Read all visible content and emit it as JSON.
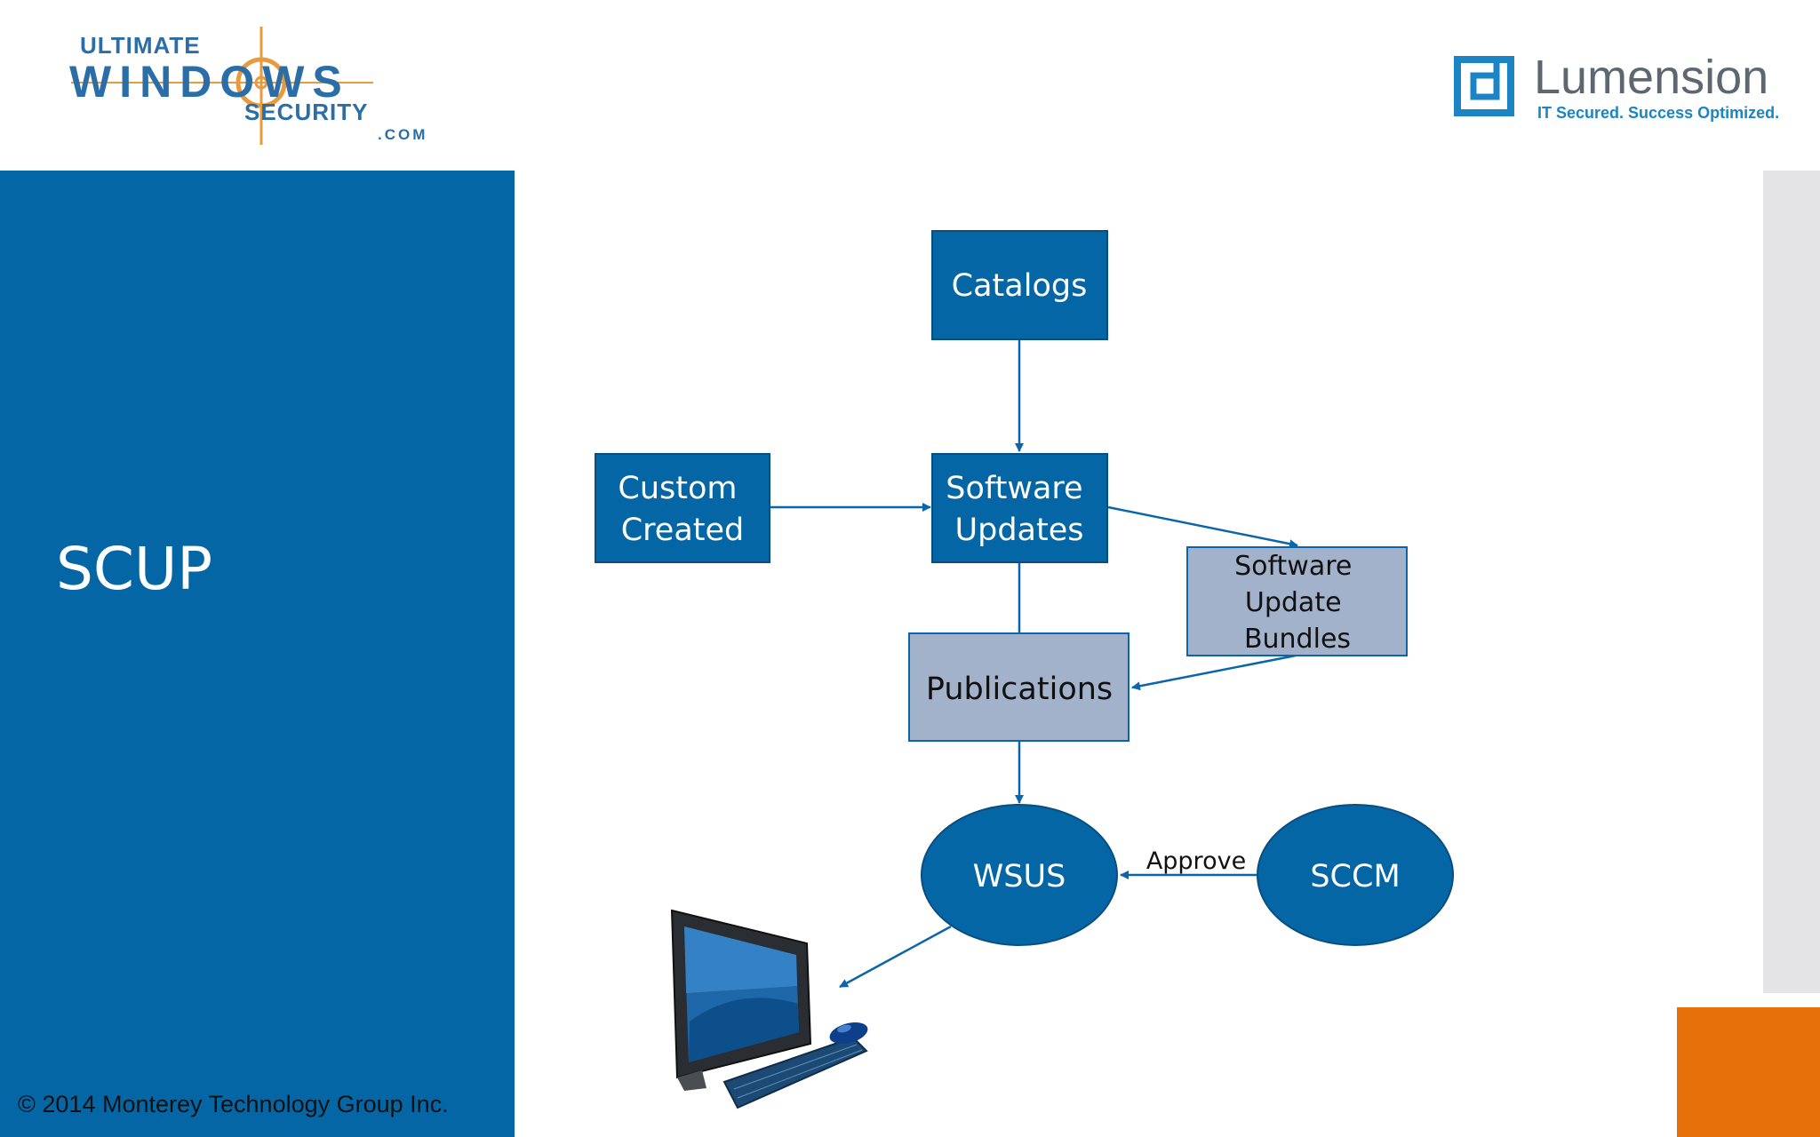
{
  "logos": {
    "ultimate_windows_security": {
      "line1": "ULTIMATE",
      "line2": "WINDOWS",
      "line3": "SECURITY",
      "line4": ".COM"
    },
    "lumension": {
      "name": "Lumension",
      "tagline": "IT Secured. Success Optimized."
    }
  },
  "slide": {
    "title": "SCUP",
    "copyright": "© 2014 Monterey Technology Group Inc."
  },
  "diagram": {
    "nodes": {
      "catalogs": {
        "lines": [
          "Catalogs"
        ]
      },
      "custom_created": {
        "lines": [
          "Custom",
          "Created"
        ]
      },
      "software_updates": {
        "lines": [
          "Software",
          "Updates"
        ]
      },
      "software_update_bundles": {
        "lines": [
          "Software",
          "Update",
          "Bundles"
        ]
      },
      "publications": {
        "lines": [
          "Publications"
        ]
      },
      "wsus": {
        "lines": [
          "WSUS"
        ]
      },
      "sccm": {
        "lines": [
          "SCCM"
        ]
      }
    },
    "edge_labels": {
      "approve": "Approve"
    }
  },
  "colors": {
    "brand_blue": "#0566a6",
    "node_dark": "#0566a6",
    "node_light": "#a3b2cb",
    "orange": "#e5700a",
    "logo_orange": "#e99a3c",
    "logo_blue": "#2b6ea7",
    "lumension_gray": "#5d6770"
  }
}
